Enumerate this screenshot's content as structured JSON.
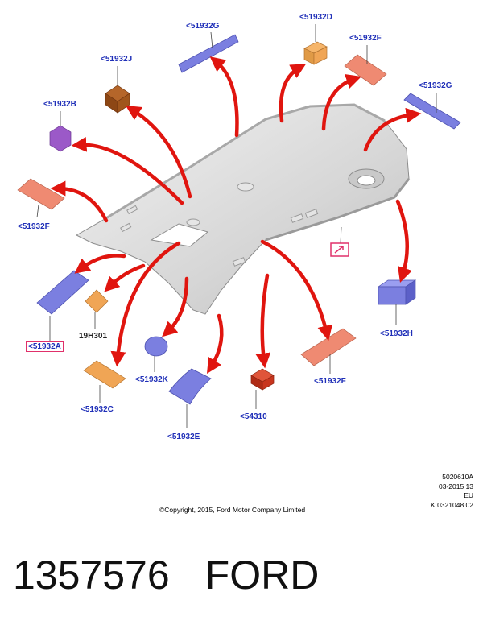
{
  "callouts": {
    "c_51932G_top": "<51932G",
    "c_51932D": "<51932D",
    "c_51932F_top": "<51932F",
    "c_51932J": "<51932J",
    "c_51932G_right": "<51932G",
    "c_51932B": "<51932B",
    "c_51932F_left": "<51932F",
    "c_51932A": "<51932A",
    "c_19H301": "19H301",
    "c_51932K": "<51932K",
    "c_51932C": "<51932C",
    "c_51932E": "<51932E",
    "c_54310": "<54310",
    "c_51932F_bottom": "<51932F",
    "c_51932H": "<51932H"
  },
  "stamp": {
    "line1": "5020610A",
    "line2": "03-2015 13",
    "line3": "EU",
    "line4": "K 0321048 02"
  },
  "copyright": "©Copyright, 2015, Ford Motor Company Limited",
  "footer": {
    "part_number": "1357576",
    "brand": "FORD"
  },
  "colors": {
    "arrow": "#e0150f",
    "label_text": "#1f2fb8",
    "headliner": "#d8d8d8",
    "pad_blue": "#7b7fe0",
    "pad_salmon": "#ef8a72",
    "pad_orange": "#f0a555",
    "pad_brown": "#a0561c",
    "pad_purple": "#9b59c8",
    "pad_red": "#c8351e",
    "highlight_box": "#e0306a"
  }
}
